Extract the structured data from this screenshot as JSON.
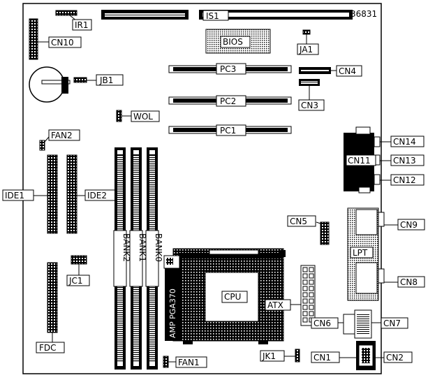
{
  "board_id": "36831",
  "labels": {
    "ir1": "IR1",
    "is1": "IS1",
    "cn10": "CN10",
    "bios": "BIOS",
    "ja1": "JA1",
    "jb1": "JB1",
    "pc3": "PC3",
    "cn4": "CN4",
    "pc2": "PC2",
    "cn3": "CN3",
    "wol": "WOL",
    "pc1": "PC1",
    "fan2": "FAN2",
    "cn14": "CN14",
    "cn11": "CN11",
    "cn13": "CN13",
    "cn12": "CN12",
    "ide1": "IDE1",
    "ide2": "IDE2",
    "cn5": "CN5",
    "cn9": "CN9",
    "lpt": "LPT",
    "bank2": "BANK2",
    "bank1": "BANK1",
    "bank0": "BANK0",
    "jc1": "JC1",
    "cpu": "CPU",
    "socket": "AMP PGA370",
    "cn8": "CN8",
    "atx": "ATX",
    "cn6": "CN6",
    "cn7": "CN7",
    "fdc": "FDC",
    "fan1": "FAN1",
    "jk1": "JK1",
    "cn1": "CN1",
    "cn2": "CN2"
  }
}
